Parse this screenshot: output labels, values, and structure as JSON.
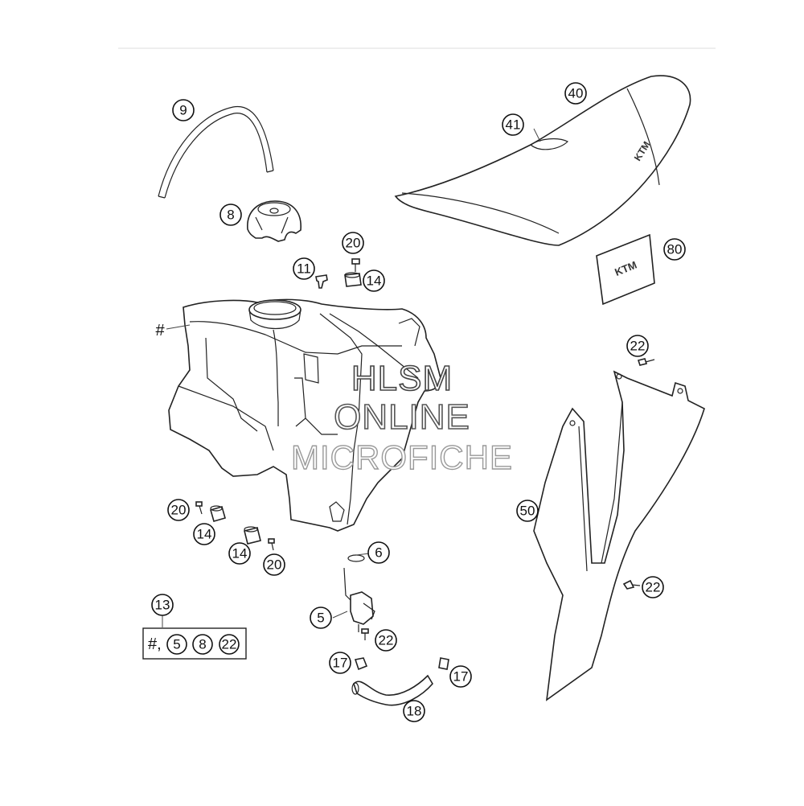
{
  "diagram": {
    "callouts": {
      "c9": "9",
      "c8": "8",
      "c40": "40",
      "c41": "41",
      "c80": "80",
      "c20a": "20",
      "c11": "11",
      "c14a": "14",
      "c_hash": "#",
      "c22a": "22",
      "c20b": "20",
      "c14b": "14",
      "c14c": "14",
      "c20c": "20",
      "c6": "6",
      "c5": "5",
      "c50": "50",
      "c22b": "22",
      "c13": "13",
      "c22c": "22",
      "c17a": "17",
      "c17b": "17",
      "c18": "18"
    },
    "kit": {
      "prefix": "#,",
      "items": [
        "5",
        "8",
        "22"
      ]
    },
    "logo_text": "KTM",
    "watermark": [
      "HLSM",
      "ONLINE",
      "MICROFICHE"
    ]
  }
}
